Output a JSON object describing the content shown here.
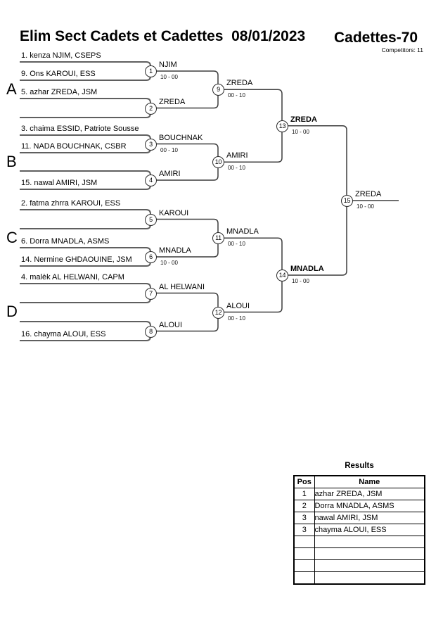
{
  "header": {
    "title": "Elim Sect Cadets et Cadettes  08/01/2023",
    "category": "Cadettes-70",
    "competitors": "Competitors: 11"
  },
  "bracket": {
    "sections": [
      "A",
      "B",
      "C",
      "D"
    ],
    "slots": [
      "1. kenza NJIM, CSEPS",
      "9. Ons KAROUI, ESS",
      "5. azhar ZREDA, JSM",
      "",
      "3. chaima ESSID, Patriote Sousse",
      "11. NADA BOUCHNAK, CSBR",
      "",
      "15. nawal AMIRI, JSM",
      "2. fatma zhrra KAROUI, ESS",
      "",
      "6. Dorra MNADLA, ASMS",
      "14. Nermine GHDAOUINE, JSM",
      "4. malèk AL HELWANI, CAPM",
      "",
      "",
      "16. chayma ALOUI, ESS"
    ],
    "matches": [
      {
        "num": "1",
        "winner": "NJIM",
        "score": "10 - 00"
      },
      {
        "num": "2",
        "winner": "ZREDA",
        "score": ""
      },
      {
        "num": "3",
        "winner": "BOUCHNAK",
        "score": "00 - 10"
      },
      {
        "num": "4",
        "winner": "AMIRI",
        "score": ""
      },
      {
        "num": "5",
        "winner": "KAROUI",
        "score": ""
      },
      {
        "num": "6",
        "winner": "MNADLA",
        "score": "10 - 00"
      },
      {
        "num": "7",
        "winner": "AL HELWANI",
        "score": ""
      },
      {
        "num": "8",
        "winner": "ALOUI",
        "score": ""
      },
      {
        "num": "9",
        "winner": "ZREDA",
        "score": "00 - 10"
      },
      {
        "num": "10",
        "winner": "AMIRI",
        "score": "00 - 10"
      },
      {
        "num": "11",
        "winner": "MNADLA",
        "score": "00 - 10"
      },
      {
        "num": "12",
        "winner": "ALOUI",
        "score": "00 - 10"
      },
      {
        "num": "13",
        "winner": "ZREDA",
        "score": "10 - 00"
      },
      {
        "num": "14",
        "winner": "MNADLA",
        "score": "10 - 00"
      },
      {
        "num": "15",
        "winner": "ZREDA",
        "score": "10 - 00"
      }
    ]
  },
  "results": {
    "title": "Results",
    "columns": [
      "Pos",
      "Name"
    ],
    "rows": [
      {
        "pos": "1",
        "name": "azhar ZREDA, JSM"
      },
      {
        "pos": "2",
        "name": "Dorra MNADLA, ASMS"
      },
      {
        "pos": "3",
        "name": "nawal AMIRI, JSM"
      },
      {
        "pos": "3",
        "name": "chayma ALOUI, ESS"
      },
      {
        "pos": "",
        "name": ""
      },
      {
        "pos": "",
        "name": ""
      },
      {
        "pos": "",
        "name": ""
      },
      {
        "pos": "",
        "name": ""
      }
    ]
  }
}
